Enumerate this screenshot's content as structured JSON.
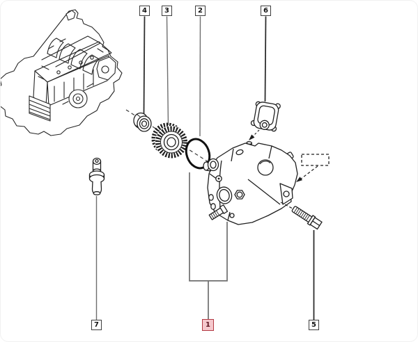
{
  "image": {
    "type": "exploded-parts-diagram",
    "background": "#ffffff",
    "callouts": {
      "c1": {
        "label": "1",
        "highlighted": true
      },
      "c2": {
        "label": "2",
        "highlighted": false
      },
      "c3": {
        "label": "3",
        "highlighted": false
      },
      "c4": {
        "label": "4",
        "highlighted": false
      },
      "c5": {
        "label": "5",
        "highlighted": false
      },
      "c6": {
        "label": "6",
        "highlighted": false
      },
      "c7": {
        "label": "7",
        "highlighted": false
      }
    },
    "parts": [
      {
        "callout": "1",
        "icon": "high-pressure-injection-pump-icon"
      },
      {
        "callout": "2",
        "icon": "o-ring-icon"
      },
      {
        "callout": "3",
        "icon": "pump-drive-gear-icon"
      },
      {
        "callout": "4",
        "icon": "hub-washer-icon"
      },
      {
        "callout": "5",
        "icon": "mounting-bolt-icon"
      },
      {
        "callout": "6",
        "icon": "pressure-regulator-icon"
      },
      {
        "callout": "7",
        "icon": "temperature-sensor-icon"
      },
      {
        "callout": null,
        "icon": "engine-overview-icon"
      }
    ],
    "colors": {
      "artwork_line": "#1f1f1f",
      "leader_dark": "#2e2e2e",
      "leader_gray": "#6f6f6f",
      "box_border": "#3d3d3d",
      "box_fill": "#ffffff",
      "box_text": "#111111",
      "highlight_border": "#b23842",
      "highlight_fill": "#f5c8cd",
      "highlight_text": "#5c1420"
    }
  }
}
